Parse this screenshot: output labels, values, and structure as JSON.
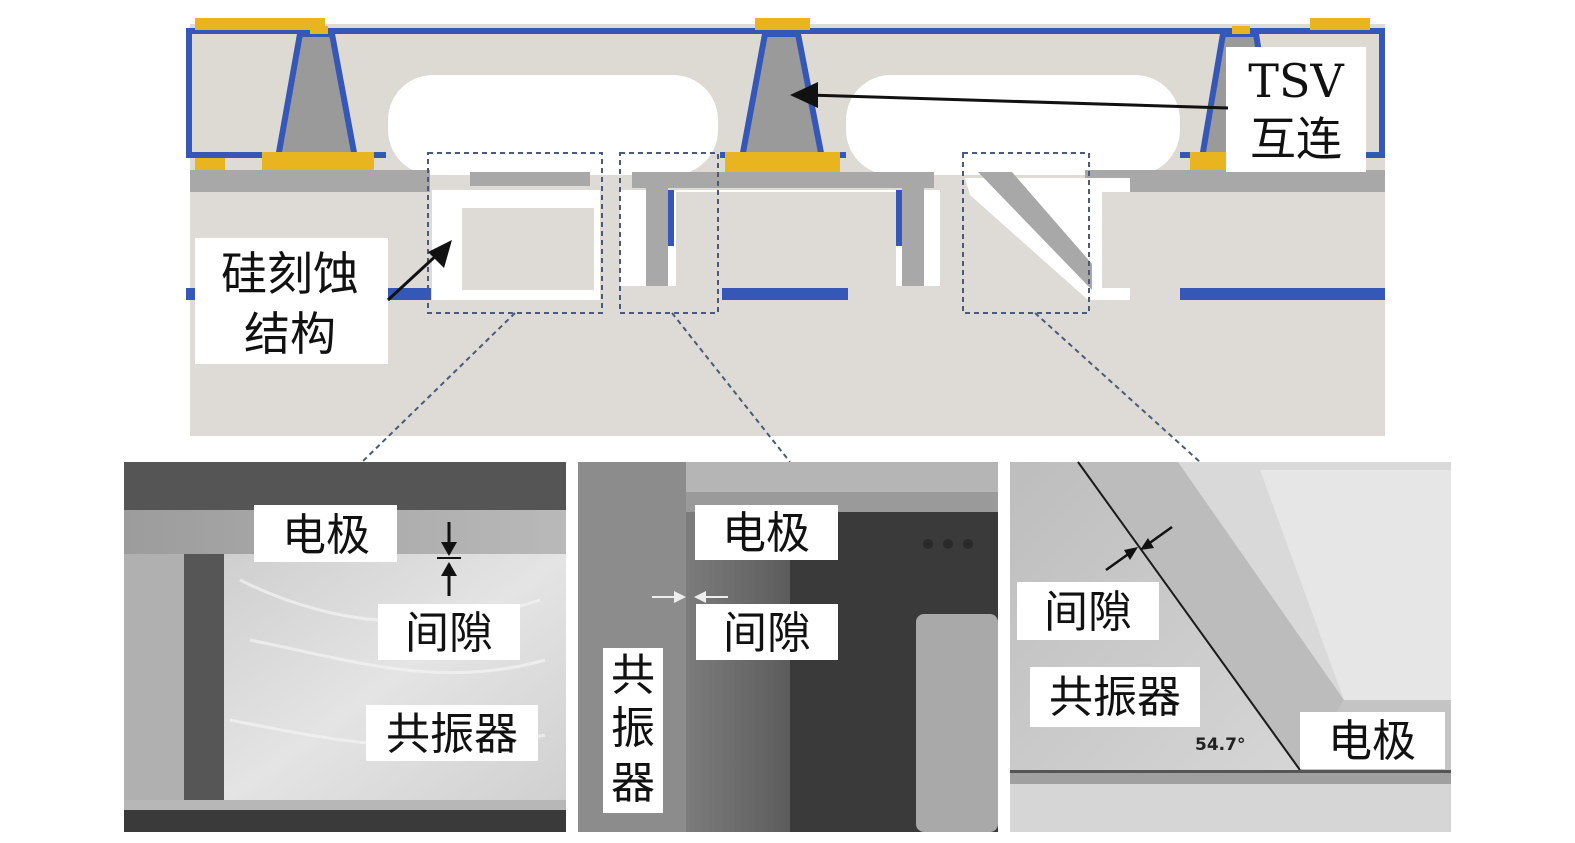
{
  "labels": {
    "tsv_line1": "TSV",
    "tsv_line2": "互连",
    "etch_line1": "硅刻蚀",
    "etch_line2": "结构",
    "p1_electrode": "电极",
    "p1_gap": "间隙",
    "p1_resonator": "共振器",
    "p2_electrode": "电极",
    "p2_gap": "间隙",
    "p2_res_1": "共",
    "p2_res_2": "振",
    "p2_res_3": "器",
    "p3_gap": "间隙",
    "p3_resonator": "共振器",
    "p3_electrode": "电极",
    "p3_angle": "54.7°"
  },
  "colors": {
    "wafer": "#dedbd6",
    "cavity": "#ffffff",
    "via_fill": "#9a9a9a",
    "metal_blue": "#3557b7",
    "bond_gold": "#e8b420",
    "oxide_gray": "#a8a8a8",
    "sem_dark": "#4a4a4a"
  }
}
